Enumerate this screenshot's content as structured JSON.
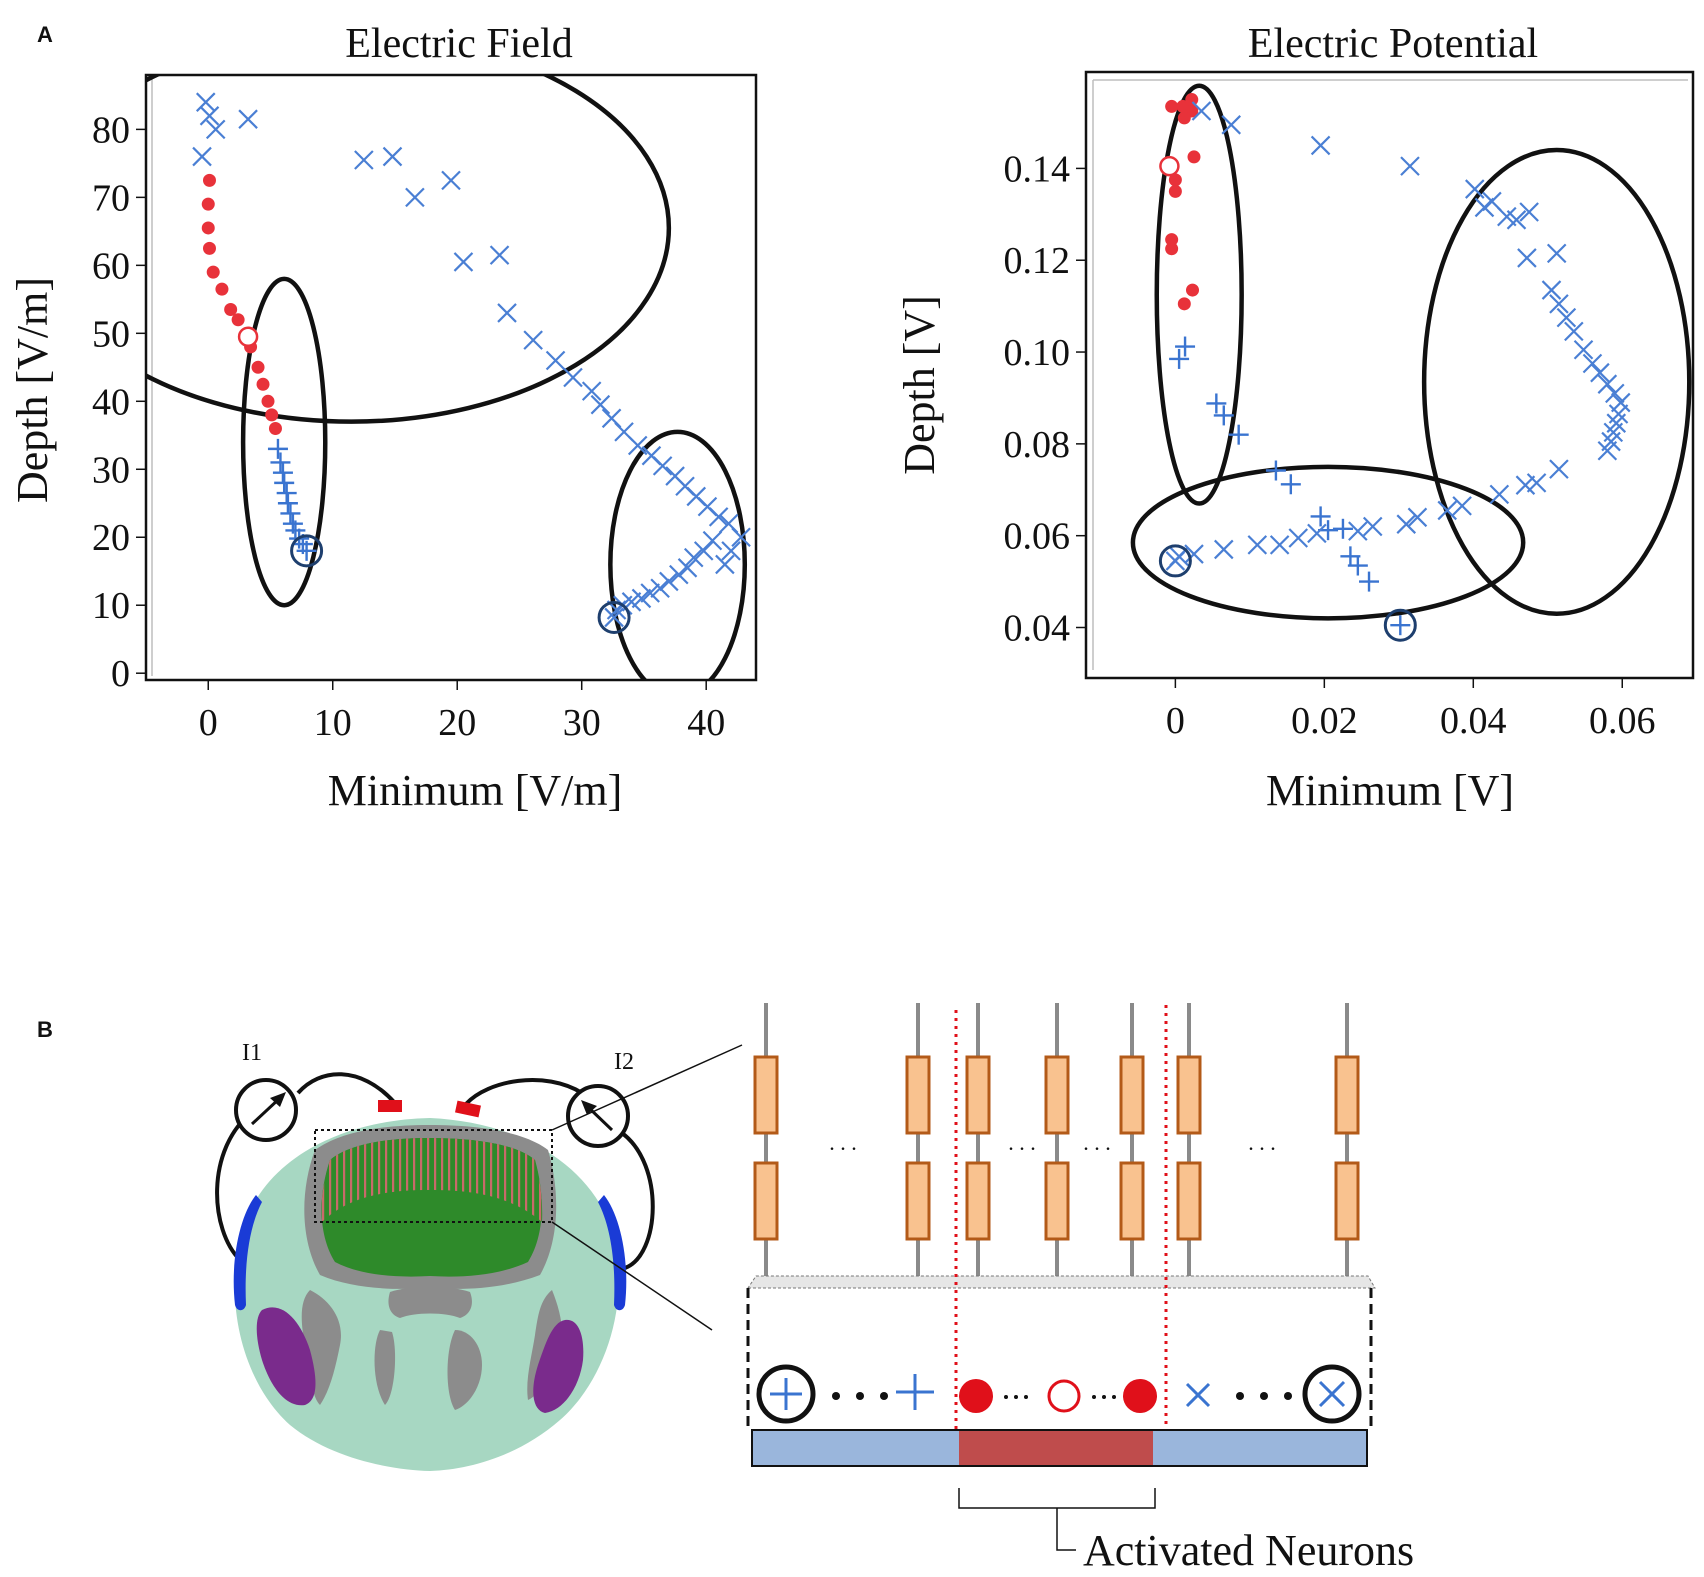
{
  "panels": {
    "a_label": "A",
    "b_label": "B"
  },
  "colors": {
    "cross_blue": "#4a7fd4",
    "plus_blue": "#3a74d0",
    "red_dot": "#e8323a",
    "ellipse": "#111111",
    "axon_fill": "#f9c28f",
    "axon_stroke": "#b35a18",
    "bar_blue": "#9ab6dc",
    "bar_red": "#bf4c4c",
    "head_bg": "#a7d7c2",
    "brain_green": "#2e8a2a",
    "bone_grey": "#8c8c8c",
    "muscle_purple": "#7a2b8c",
    "ear_blue": "#1a3bd6",
    "electrode_red": "#e0101a"
  },
  "chart_data": [
    {
      "type": "scatter",
      "title": "Electric Field",
      "xlabel": "Minimum [V/m]",
      "ylabel": "Depth [V/m]",
      "xlim": [
        -5,
        44
      ],
      "ylim": [
        -1,
        88
      ],
      "xticks": [
        0,
        10,
        20,
        30,
        40
      ],
      "yticks": [
        0,
        10,
        20,
        30,
        40,
        50,
        60,
        70,
        80
      ],
      "xticklabels": [
        "0",
        "10",
        "20",
        "30",
        "40"
      ],
      "yticklabels": [
        "0",
        "10",
        "20",
        "30",
        "40",
        "50",
        "60",
        "70",
        "80"
      ],
      "series": [
        {
          "marker": "dot",
          "values": [
            [
              0.1,
              72.5
            ],
            [
              0.0,
              69
            ],
            [
              0.0,
              65.5
            ],
            [
              0.1,
              62.5
            ],
            [
              0.4,
              59
            ],
            [
              1.1,
              56.5
            ],
            [
              1.8,
              53.5
            ],
            [
              2.4,
              52
            ],
            [
              3.4,
              48
            ],
            [
              4.0,
              45
            ],
            [
              4.4,
              42.5
            ],
            [
              4.8,
              40
            ],
            [
              5.1,
              38
            ],
            [
              5.4,
              36
            ]
          ]
        },
        {
          "marker": "open-circle",
          "values": [
            [
              3.2,
              49.5
            ]
          ]
        },
        {
          "marker": "plus",
          "values": [
            [
              5.6,
              33
            ],
            [
              5.8,
              31
            ],
            [
              6.0,
              29.5
            ],
            [
              6.1,
              28
            ],
            [
              6.3,
              26.5
            ],
            [
              6.4,
              25
            ],
            [
              6.6,
              23.5
            ],
            [
              6.8,
              22
            ],
            [
              7.0,
              21
            ],
            [
              7.3,
              19.8
            ],
            [
              7.6,
              19
            ]
          ]
        },
        {
          "marker": "circled-plus",
          "values": [
            [
              7.9,
              18
            ]
          ]
        },
        {
          "marker": "cross",
          "values": [
            [
              -0.2,
              84
            ],
            [
              0.1,
              82
            ],
            [
              0.6,
              80
            ],
            [
              3.2,
              81.5
            ],
            [
              -0.5,
              76
            ],
            [
              12.5,
              75.5
            ],
            [
              14.8,
              76
            ],
            [
              16.6,
              70
            ],
            [
              19.5,
              72.5
            ],
            [
              20.5,
              60.5
            ],
            [
              23.4,
              61.5
            ],
            [
              24.0,
              53
            ],
            [
              26.1,
              49
            ],
            [
              27.9,
              46
            ],
            [
              29.3,
              43.5
            ],
            [
              30.8,
              41.5
            ],
            [
              31.5,
              39.5
            ],
            [
              32.4,
              37.5
            ],
            [
              33.4,
              35.5
            ],
            [
              34.5,
              33.5
            ],
            [
              35.6,
              32
            ],
            [
              36.5,
              30.5
            ],
            [
              37.5,
              29
            ],
            [
              38.3,
              27.5
            ],
            [
              39.2,
              26
            ],
            [
              40.1,
              24.5
            ],
            [
              41.0,
              23
            ],
            [
              41.8,
              22
            ],
            [
              42.8,
              20
            ],
            [
              42.0,
              18
            ],
            [
              40.5,
              19.5
            ],
            [
              39.8,
              18
            ],
            [
              39.0,
              17
            ],
            [
              38.5,
              15.5
            ],
            [
              37.8,
              14.5
            ],
            [
              37.0,
              13.5
            ],
            [
              36.3,
              12.5
            ],
            [
              35.5,
              11.8
            ],
            [
              34.8,
              11
            ],
            [
              34.0,
              10.5
            ],
            [
              33.3,
              10
            ],
            [
              32.8,
              9.3
            ],
            [
              41.5,
              16
            ]
          ]
        },
        {
          "marker": "circled-cross",
          "values": [
            [
              32.6,
              8.2
            ]
          ]
        }
      ],
      "ellipses": [
        {
          "cx": 11.5,
          "cy": 65.5,
          "rx": 25.5,
          "ry": 28.5
        },
        {
          "cx": 6.1,
          "cy": 34.0,
          "rx": 3.3,
          "ry": 24.0
        },
        {
          "cx": 37.7,
          "cy": 16.0,
          "rx": 5.4,
          "ry": 19.5
        }
      ]
    },
    {
      "type": "scatter",
      "title": "Electric Potential",
      "xlabel": "Minimum [V]",
      "ylabel": "Depth [V]",
      "xlim": [
        -0.012,
        0.0695
      ],
      "ylim": [
        0.029,
        0.161
      ],
      "xticks": [
        0,
        0.02,
        0.04,
        0.06
      ],
      "yticks": [
        0.04,
        0.06,
        0.08,
        0.1,
        0.12,
        0.14
      ],
      "xticklabels": [
        "0",
        "0.02",
        "0.04",
        "0.06"
      ],
      "yticklabels": [
        "0.04",
        "0.06",
        "0.08",
        "0.10",
        "0.12",
        "0.14"
      ],
      "series": [
        {
          "marker": "dot",
          "values": [
            [
              -0.0005,
              0.1535
            ],
            [
              0.001,
              0.1535
            ],
            [
              0.0022,
              0.155
            ],
            [
              0.0022,
              0.1525
            ],
            [
              0.0012,
              0.151
            ],
            [
              0.0025,
              0.1425
            ],
            [
              0.0,
              0.1375
            ],
            [
              0.0,
              0.135
            ],
            [
              -0.0005,
              0.1245
            ],
            [
              -0.0005,
              0.1225
            ],
            [
              0.0023,
              0.1135
            ],
            [
              0.0012,
              0.1105
            ]
          ]
        },
        {
          "marker": "open-circle",
          "values": [
            [
              -0.0008,
              0.1405
            ]
          ]
        },
        {
          "marker": "plus",
          "values": [
            [
              0.0013,
              0.1012
            ],
            [
              0.0005,
              0.0985
            ],
            [
              0.0055,
              0.0888
            ],
            [
              0.0065,
              0.0862
            ],
            [
              0.0085,
              0.082
            ],
            [
              0.0135,
              0.0742
            ],
            [
              0.0155,
              0.0712
            ],
            [
              0.0195,
              0.0642
            ],
            [
              0.0205,
              0.0612
            ],
            [
              0.0225,
              0.0615
            ],
            [
              0.0235,
              0.0555
            ],
            [
              0.0245,
              0.0535
            ],
            [
              0.026,
              0.05
            ]
          ]
        },
        {
          "marker": "circled-plus",
          "values": [
            [
              0.0302,
              0.0405
            ]
          ]
        },
        {
          "marker": "cross",
          "values": [
            [
              0.0035,
              0.1525
            ],
            [
              0.0075,
              0.1495
            ],
            [
              0.0195,
              0.145
            ],
            [
              0.0315,
              0.1405
            ],
            [
              0.0402,
              0.1355
            ],
            [
              0.0415,
              0.1315
            ],
            [
              0.0425,
              0.1328
            ],
            [
              0.0445,
              0.1295
            ],
            [
              0.0458,
              0.1288
            ],
            [
              0.0475,
              0.1305
            ],
            [
              0.0472,
              0.1205
            ],
            [
              0.0512,
              0.1215
            ],
            [
              0.0505,
              0.1135
            ],
            [
              0.0515,
              0.1105
            ],
            [
              0.0525,
              0.1075
            ],
            [
              0.0535,
              0.1045
            ],
            [
              0.0548,
              0.1005
            ],
            [
              0.056,
              0.0975
            ],
            [
              0.057,
              0.0955
            ],
            [
              0.058,
              0.093
            ],
            [
              0.059,
              0.091
            ],
            [
              0.0598,
              0.089
            ],
            [
              0.0595,
              0.0865
            ],
            [
              0.0592,
              0.0845
            ],
            [
              0.0588,
              0.0825
            ],
            [
              0.0585,
              0.0805
            ],
            [
              0.058,
              0.0785
            ],
            [
              0.0515,
              0.0745
            ],
            [
              0.0485,
              0.0715
            ],
            [
              0.047,
              0.071
            ],
            [
              0.0435,
              0.069
            ],
            [
              0.0385,
              0.0665
            ],
            [
              0.0365,
              0.0655
            ],
            [
              0.0325,
              0.064
            ],
            [
              0.031,
              0.0625
            ],
            [
              0.0265,
              0.062
            ],
            [
              0.0245,
              0.061
            ],
            [
              0.019,
              0.0605
            ],
            [
              0.0165,
              0.0595
            ],
            [
              0.014,
              0.058
            ],
            [
              0.011,
              0.058
            ],
            [
              0.0065,
              0.057
            ],
            [
              0.0025,
              0.056
            ],
            [
              0.0005,
              0.0555
            ]
          ]
        },
        {
          "marker": "circled-cross",
          "values": [
            [
              0.0,
              0.0545
            ]
          ]
        }
      ],
      "ellipses": [
        {
          "cx": 0.0032,
          "cy": 0.1125,
          "rx": 0.0057,
          "ry": 0.0455
        },
        {
          "cx": 0.0512,
          "cy": 0.0935,
          "rx": 0.0178,
          "ry": 0.0505
        },
        {
          "cx": 0.0205,
          "cy": 0.0585,
          "rx": 0.0262,
          "ry": 0.0165
        }
      ]
    }
  ],
  "diagram_b": {
    "current_source_1": "I1",
    "current_source_2": "I2",
    "ellipsis": ". . .",
    "caption": "Activated Neurons"
  }
}
